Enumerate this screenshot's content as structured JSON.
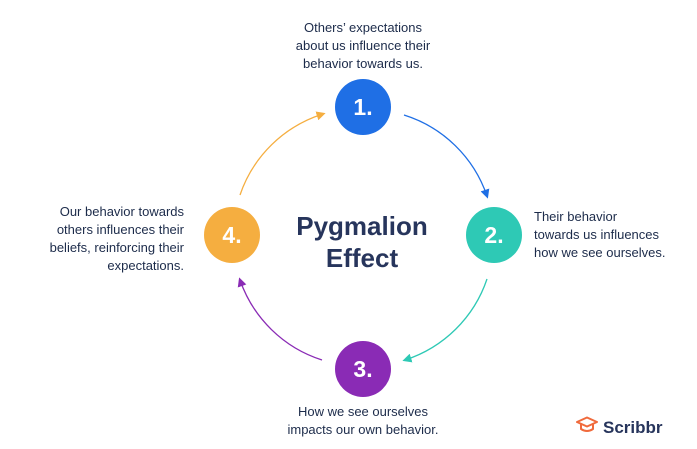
{
  "diagram": {
    "title_line1": "Pygmalion",
    "title_line2": "Effect",
    "steps": [
      {
        "number": "1.",
        "color": "#1f6fe5",
        "caption": [
          "Others’ expectations",
          "about us influence their",
          "behavior towards us."
        ]
      },
      {
        "number": "2.",
        "color": "#2ec9b5",
        "caption": [
          "Their behavior",
          "towards us influences",
          "how we see ourselves."
        ]
      },
      {
        "number": "3.",
        "color": "#8a2bb5",
        "caption": [
          "How we see ourselves",
          "impacts our own behavior."
        ]
      },
      {
        "number": "4.",
        "color": "#f5ae40",
        "caption": [
          "Our behavior towards",
          "others influences their",
          "beliefs, reinforcing their",
          "expectations."
        ]
      }
    ],
    "arrow_colors": [
      "#1f6fe5",
      "#2ec9b5",
      "#8a2bb5",
      "#f5ae40"
    ]
  },
  "brand": {
    "name": "Scribbr",
    "color": "#27355c",
    "accent": "#f06a3c",
    "icon": "graduation-cap-icon"
  }
}
